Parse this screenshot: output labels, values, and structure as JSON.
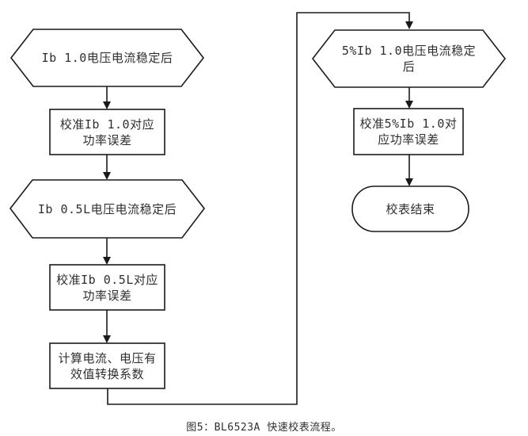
{
  "figure": {
    "caption": "图5：BL6523A 快速校表流程。"
  },
  "diagram": {
    "line_color": "#1a1a1a",
    "background_color": "#ffffff",
    "nodes": [
      {
        "id": "wait-ib-1.0",
        "shape": "hexagon",
        "lines": [
          "Ib 1.0电压电流稳定后"
        ]
      },
      {
        "id": "cal-ib-1.0",
        "shape": "process",
        "lines": [
          "校准Ib 1.0对应",
          "功率误差"
        ]
      },
      {
        "id": "wait-ib-0.5l",
        "shape": "hexagon",
        "lines": [
          "Ib 0.5L电压电流稳定后"
        ]
      },
      {
        "id": "cal-ib-0.5l",
        "shape": "process",
        "lines": [
          "校准Ib 0.5L对应",
          "功率误差"
        ]
      },
      {
        "id": "calc-rms-coef",
        "shape": "process",
        "lines": [
          "计算电流、电压有",
          "效值转换系数"
        ]
      },
      {
        "id": "wait-5pct-ib-1.0",
        "shape": "hexagon",
        "lines": [
          "5%Ib 1.0电压电流稳定",
          "后"
        ]
      },
      {
        "id": "cal-5pct-ib-1.0",
        "shape": "process",
        "lines": [
          "校准5%Ib 1.0对",
          "应功率误差"
        ]
      },
      {
        "id": "end",
        "shape": "terminator",
        "lines": [
          "校表结束"
        ]
      }
    ]
  }
}
